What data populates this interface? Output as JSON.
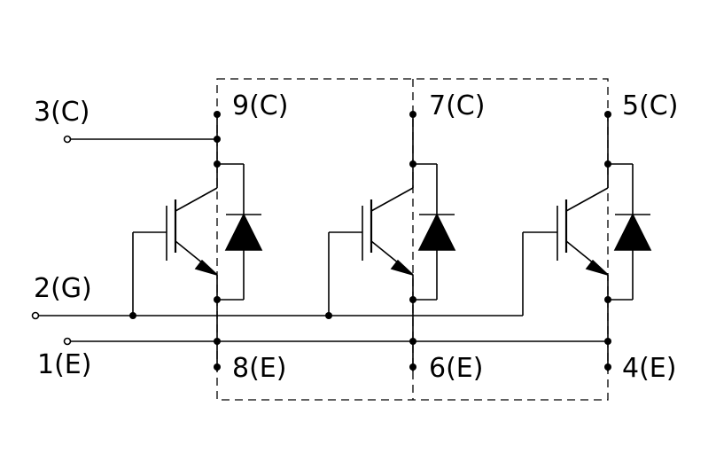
{
  "terminals": {
    "t3": "3(C)",
    "t2": "2(G)",
    "t1": "1(E)"
  },
  "pins": {
    "p9": "9(C)",
    "p7": "7(C)",
    "p5": "5(C)",
    "p8": "8(E)",
    "p6": "6(E)",
    "p4": "4(E)"
  },
  "colors": {
    "line": "#000000",
    "background": "#ffffff"
  }
}
